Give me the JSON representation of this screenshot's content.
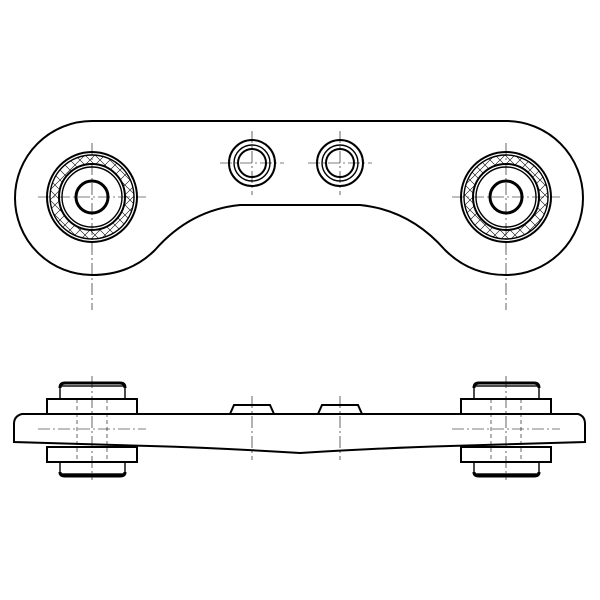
{
  "drawing": {
    "views": [
      "top-view",
      "side-view"
    ],
    "line_color": "#000000",
    "background_color": "#ffffff",
    "bushing_count": 2,
    "boss_count": 2
  }
}
